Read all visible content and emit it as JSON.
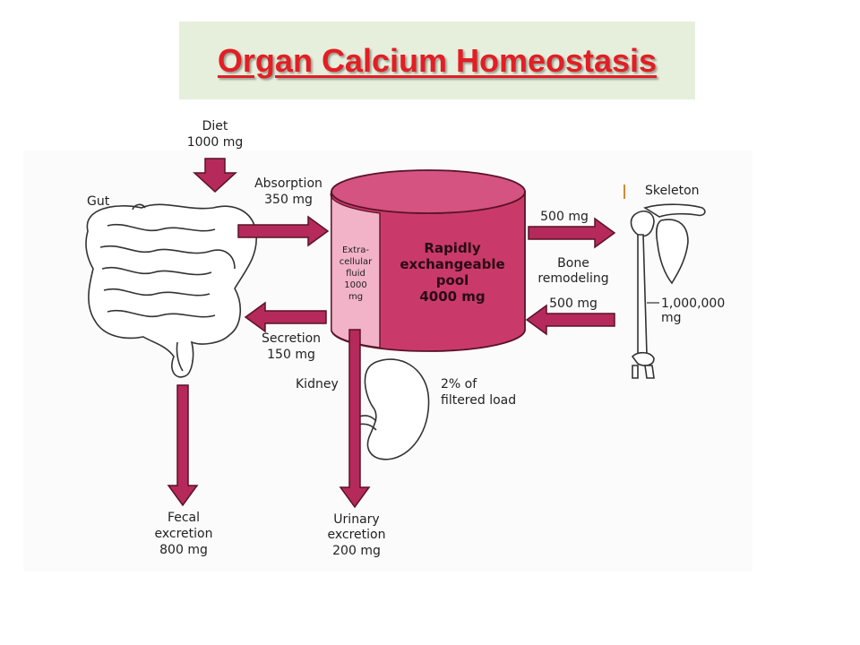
{
  "title": "Organ Calcium Homeostasis",
  "colors": {
    "arrow": "#b52a5a",
    "arrow_stroke": "#5a1228",
    "pool_fill": "#c93a6a",
    "pool_top": "#d45380",
    "ecf_fill": "#f2b3c8",
    "title_red": "#e31e24",
    "title_bg": "#e6efdc"
  },
  "labels": {
    "diet": [
      "Diet",
      "1000 mg"
    ],
    "gut": "Gut",
    "absorption": [
      "Absorption",
      "350 mg"
    ],
    "secretion": [
      "Secretion",
      "150 mg"
    ],
    "ecf": [
      "Extra-",
      "cellular",
      "fluid",
      "1000",
      "mg"
    ],
    "pool": [
      "Rapidly",
      "exchangeable",
      "pool",
      "4000 mg"
    ],
    "to_bone": "500 mg",
    "bone_remodeling": [
      "Bone",
      "remodeling"
    ],
    "from_bone": "500 mg",
    "skeleton": "Skeleton",
    "skeleton_mass": [
      "1,000,000",
      "mg"
    ],
    "kidney": "Kidney",
    "filtered": [
      "2% of",
      "filtered load"
    ],
    "fecal": [
      "Fecal",
      "excretion",
      "800 mg"
    ],
    "urinary": [
      "Urinary",
      "excretion",
      "200 mg"
    ]
  },
  "icons": [
    "gut-icon",
    "kidney-icon",
    "skeleton-icon"
  ]
}
